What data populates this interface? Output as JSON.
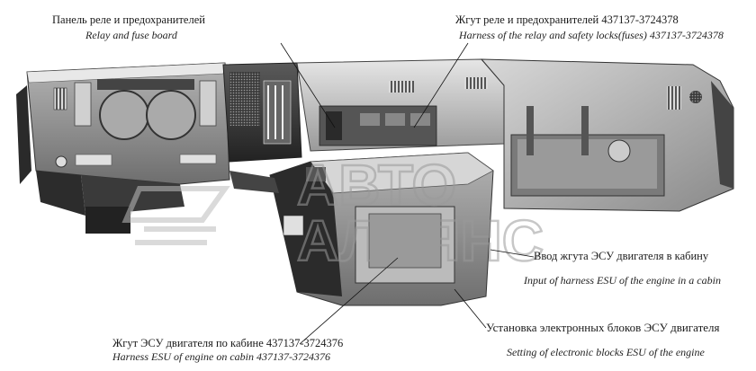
{
  "callouts": {
    "relay_board": {
      "ru": "Панель реле и предохранителей",
      "en": "Relay and fuse board"
    },
    "relay_harness": {
      "ru": "Жгут реле и предохранителей 437137-3724378",
      "en": "Harness of the relay and safety locks(fuses) 437137-3724378"
    },
    "harness_input": {
      "ru": "Ввод жгута ЭСУ двигателя в кабину",
      "en": "Input of harness ESU of the engine in a cabin"
    },
    "ecu_install": {
      "ru": "Установка электронных блоков ЭСУ двигателя",
      "en": "Setting of electronic blocks ESU of the engine"
    },
    "cabin_harness": {
      "ru": "Жгут ЭСУ двигателя по кабине 437137-3724376",
      "en": "Harness ESU of  engine on  cabin 437137-3724376"
    }
  },
  "watermark": {
    "line1": "АВТО",
    "line2": "АЛЬЯНС"
  },
  "colors": {
    "panel_dark": "#3a3a3a",
    "panel_mid": "#8c8c8c",
    "panel_light": "#c8c8c8",
    "watermark": "#bdbdbd"
  }
}
